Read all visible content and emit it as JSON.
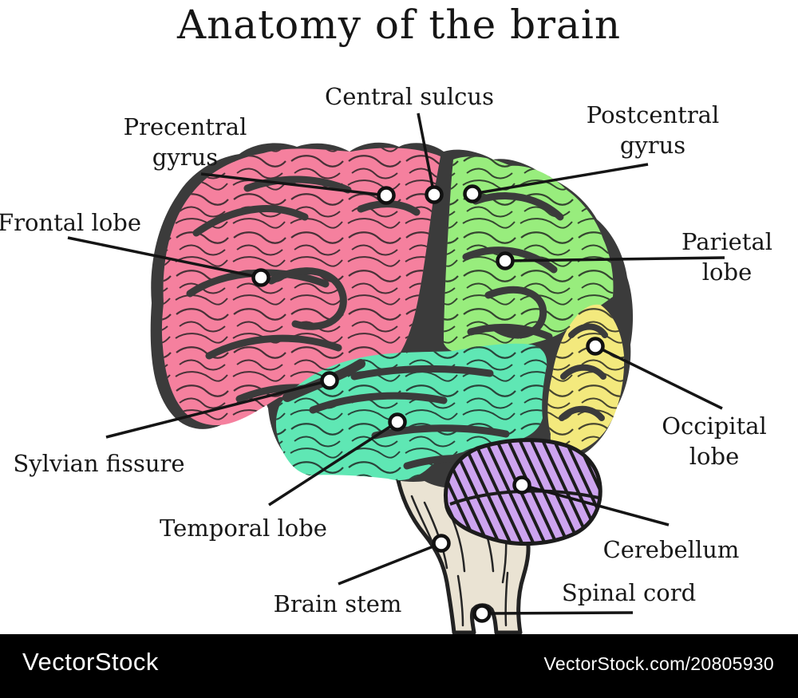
{
  "title": "Anatomy of the brain",
  "labels": {
    "central_sulcus": "Central sulcus",
    "precentral_gyrus": "Precentral\ngyrus",
    "postcentral_gyrus": "Postcentral\ngyrus",
    "frontal_lobe": "Frontal lobe",
    "parietal_lobe": "Parietal lobe",
    "sylvian_fissure": "Sylvian fissure",
    "occipital_lobe": "Occipital lobe",
    "temporal_lobe": "Temporal lobe",
    "cerebellum": "Cerebellum",
    "brain_stem": "Brain stem",
    "spinal_cord": "Spinal cord"
  },
  "colors": {
    "outline_dark": "#3b3b3b",
    "frontal_lobe": "#f5809e",
    "parietal_lobe": "#98ed7d",
    "occipital_lobe": "#f3e97d",
    "temporal_lobe": "#5fe7b4",
    "cerebellum": "#cda4ef",
    "brain_stem": "#eae3d3",
    "ink": "#151515",
    "watermark_bar": "#000000"
  },
  "watermark": {
    "brand": "VectorStock",
    "url_text": "VectorStock.com/20805930"
  }
}
